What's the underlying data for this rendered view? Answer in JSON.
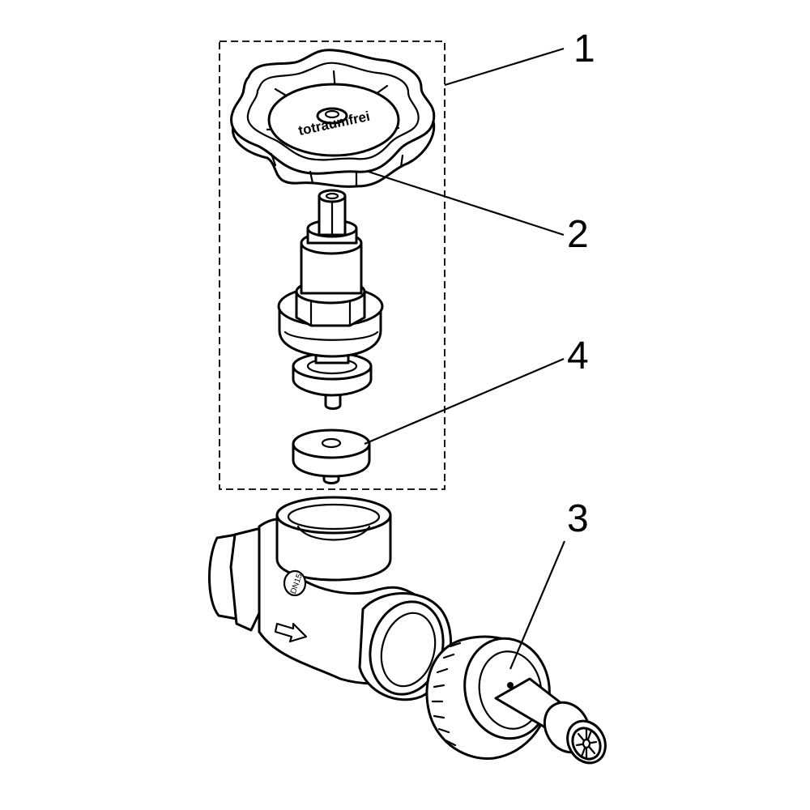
{
  "callouts": {
    "c1": "1",
    "c2": "2",
    "c3": "3",
    "c4": "4"
  },
  "handwheel_text": "totraumfrei",
  "valve_marking": "DN15"
}
